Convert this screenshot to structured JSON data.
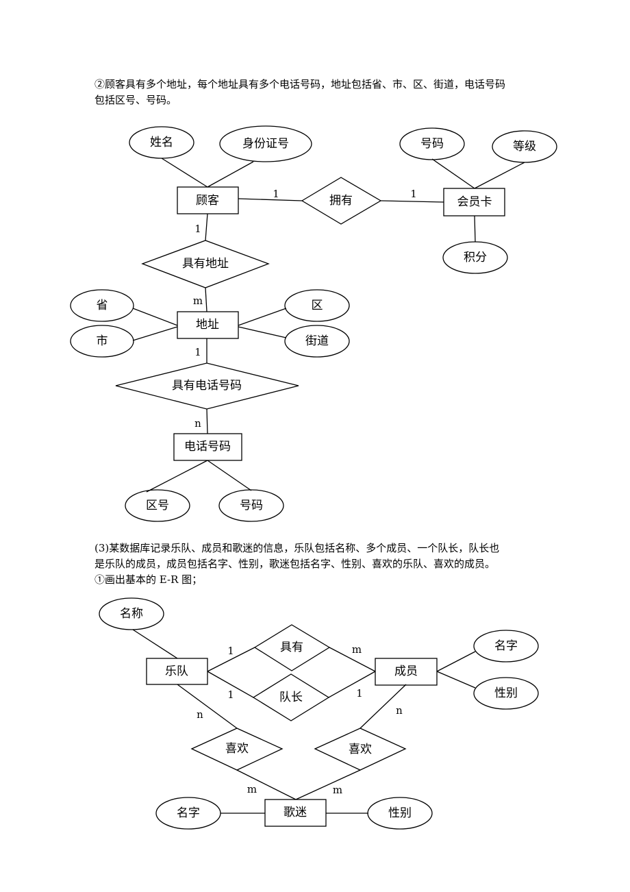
{
  "section2": {
    "lines": [
      "②顾客具有多个地址，每个地址具有多个电话号码，地址包括省、市、区、街道，电话号码",
      "包括区号、号码。"
    ]
  },
  "diagram1": {
    "entities": {
      "customer": "顾客",
      "member_card": "会员卡",
      "address": "地址",
      "phone": "电话号码"
    },
    "attributes": {
      "name": "姓名",
      "id_number": "身份证号",
      "card_number": "号码",
      "level": "等级",
      "points": "积分",
      "province": "省",
      "city": "市",
      "district": "区",
      "street": "街道",
      "area_code": "区号",
      "phone_number": "号码"
    },
    "relationships": {
      "owns": "拥有",
      "has_address": "具有地址",
      "has_phone": "具有电话号码"
    },
    "cardinalities": {
      "owns_customer": "1",
      "owns_card": "1",
      "addr_customer": "1",
      "addr_address": "m",
      "phone_address": "1",
      "phone_phone": "n"
    }
  },
  "section3": {
    "lines": [
      "(3)某数据库记录乐队、成员和歌迷的信息，乐队包括名称、多个成员、一个队长，队长也",
      "是乐队的成员，成员包括名字、性别，歌迷包括名字、性别、喜欢的乐队、喜欢的成员。",
      "①画出基本的 E-R 图；"
    ]
  },
  "diagram2": {
    "entities": {
      "band": "乐队",
      "member": "成员",
      "fan": "歌迷"
    },
    "attributes": {
      "band_name": "名称",
      "member_name": "名字",
      "member_gender": "性别",
      "fan_name": "名字",
      "fan_gender": "性别"
    },
    "relationships": {
      "has": "具有",
      "captain": "队长",
      "likes_band": "喜欢",
      "likes_member": "喜欢"
    },
    "cardinalities": {
      "has_band": "1",
      "has_member": "m",
      "captain_band": "1",
      "captain_member": "1",
      "likes_band_band": "n",
      "likes_member_member": "n",
      "likes_band_fan": "m",
      "likes_member_fan": "m"
    }
  }
}
